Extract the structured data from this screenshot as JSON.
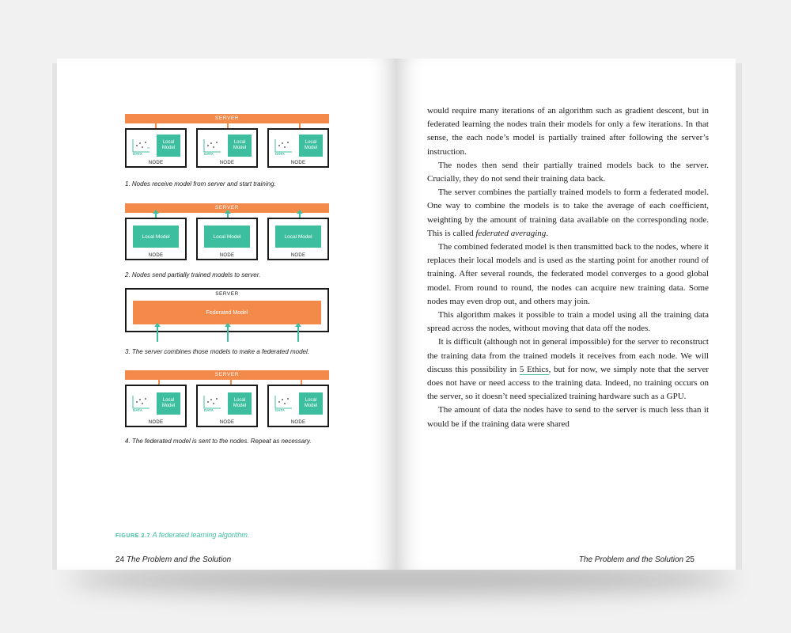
{
  "diagram": {
    "server_label": "SERVER",
    "node_label": "NODE",
    "data_label": "DATA",
    "local_model_small": "Local Model",
    "local_model_wide": "Local Model",
    "federated_model": "Federated Model",
    "captions": [
      "1. Nodes receive model from server and start training.",
      "2. Nodes send partially trained models to server.",
      "3. The server combines those models to make a federated model.",
      "4. The federated model is sent to the nodes. Repeat as necessary."
    ]
  },
  "figure": {
    "number": "FIGURE 2.7",
    "title": "A federated learning algorithm."
  },
  "folio_left": {
    "number": "24",
    "running_head": "The Problem and the Solution"
  },
  "folio_right": {
    "number": "25",
    "running_head": "The Problem and the Solution"
  },
  "body": {
    "p1": "would require many iterations of an algorithm such as gradient descent, but in federated learning the nodes train their models for only a few iterations. In that sense, the each node’s model is partially trained after following the server’s instruction.",
    "p2": "The nodes then send their partially trained models back to the server. Crucially, they do not send their training data back.",
    "p3_a": "The server combines the partially trained models to form a federated model. One way to combine the models is to take the average of each coefficient, weighting by the amount of training data available on the corresponding node. This is called ",
    "p3_em": "federated averaging",
    "p3_b": ".",
    "p4": "The combined federated model is then transmitted back to the nodes, where it replaces their local models and is used as the starting point for another round of training. After several rounds, the federated model converges to a good global model. From round to round, the nodes can acquire new training data. Some nodes may even drop out, and others may join.",
    "p5": "This algorithm makes it possible to train a model using all the training data spread across the nodes, without moving that data off the nodes.",
    "p6_a": "It is difficult (although not in general impossible) for the server to reconstruct the training data from the trained models it receives from each node. We will discuss this possibility in ",
    "p6_link": "5 Ethics",
    "p6_b": ", but for now, we simply note that the server does not have or need access to the training data. Indeed, no training occurs on the server, so it doesn’t need specialized training hardware such as a GPU.",
    "p7": "The amount of data the nodes have to send to the server is much less than it would be if the training data were shared"
  },
  "colors": {
    "accent_orange": "#f48a4a",
    "accent_teal": "#3dbf9f"
  }
}
